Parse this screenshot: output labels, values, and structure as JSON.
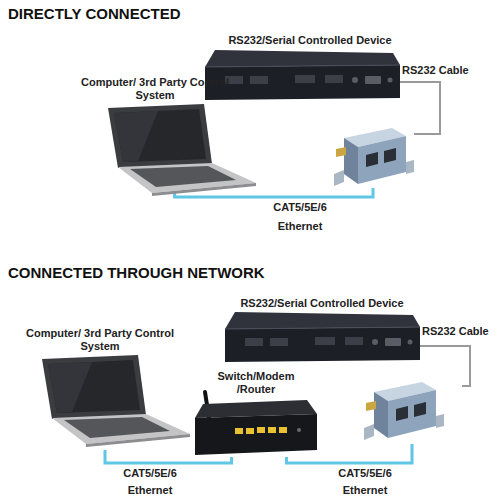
{
  "diagram": {
    "nodes": [
      {
        "text": [
          "RS232/Serial Controlled Device"
        ]
      },
      {
        "text": [
          "Computer/ 3rd Party Control System"
        ]
      },
      {
        "text": []
      },
      {
        "text": [
          "RS232/Serial Controlled Device"
        ]
      },
      {
        "text": [
          "Computer/ 3rd Party Control System"
        ]
      },
      {
        "text": [
          "Switch/Modem /Router"
        ]
      },
      {
        "text": []
      }
    ],
    "edges": [
      {
        "from": 2,
        "to": 0,
        "label": "RS232 Cable",
        "arrow": "none"
      },
      {
        "from": 1,
        "to": 2,
        "label": "CAT5/5E/6 Ethernet",
        "arrow": "none"
      },
      {
        "from": 6,
        "to": 3,
        "label": "RS232 Cable",
        "arrow": "none"
      },
      {
        "from": 4,
        "to": 5,
        "label": "CAT5/5E/6 Ethernet",
        "arrow": "none"
      },
      {
        "from": 5,
        "to": 6,
        "label": "CAT5/5E/6 Ethernet",
        "arrow": "none"
      }
    ],
    "labels": [
      "DIRECTLY CONNECTED",
      "CONNECTED THROUGH NETWORK"
    ]
  }
}
